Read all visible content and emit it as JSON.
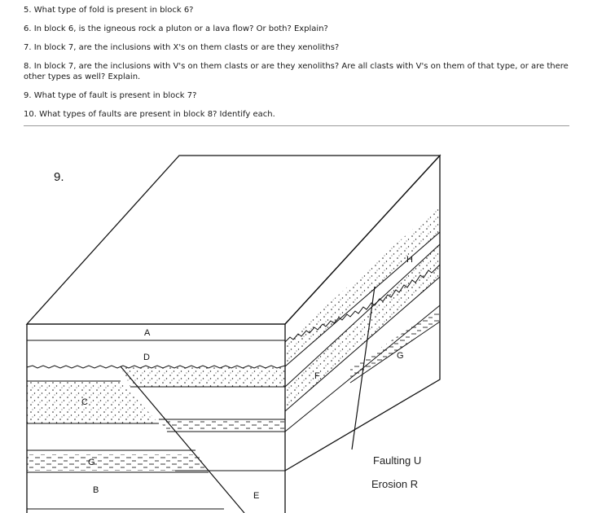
{
  "questions": [
    "5. What type of fold is present in block 6?",
    "6. In block 6, is the igneous rock a pluton or a lava flow? Or both? Explain?",
    "7. In block 7, are the inclusions with X's on them clasts or are they xenoliths?",
    "8. In block 7, are the inclusions with V's on them clasts or are they xenoliths? Are all clasts with V's on them of that type, or are there other types as well? Explain.",
    "9. What type of fault is present in block 7?",
    "10. What types of faults are present in block 8? Identify each."
  ],
  "diagram": {
    "block_number": "9.",
    "unit_labels": {
      "A": "A",
      "B": "B",
      "C": "C",
      "D": "D",
      "E": "E",
      "F": "F",
      "G_front": "G",
      "G_side": "G",
      "H": "H"
    },
    "legend": {
      "faulting": "Faulting U",
      "erosion": "Erosion R"
    }
  }
}
